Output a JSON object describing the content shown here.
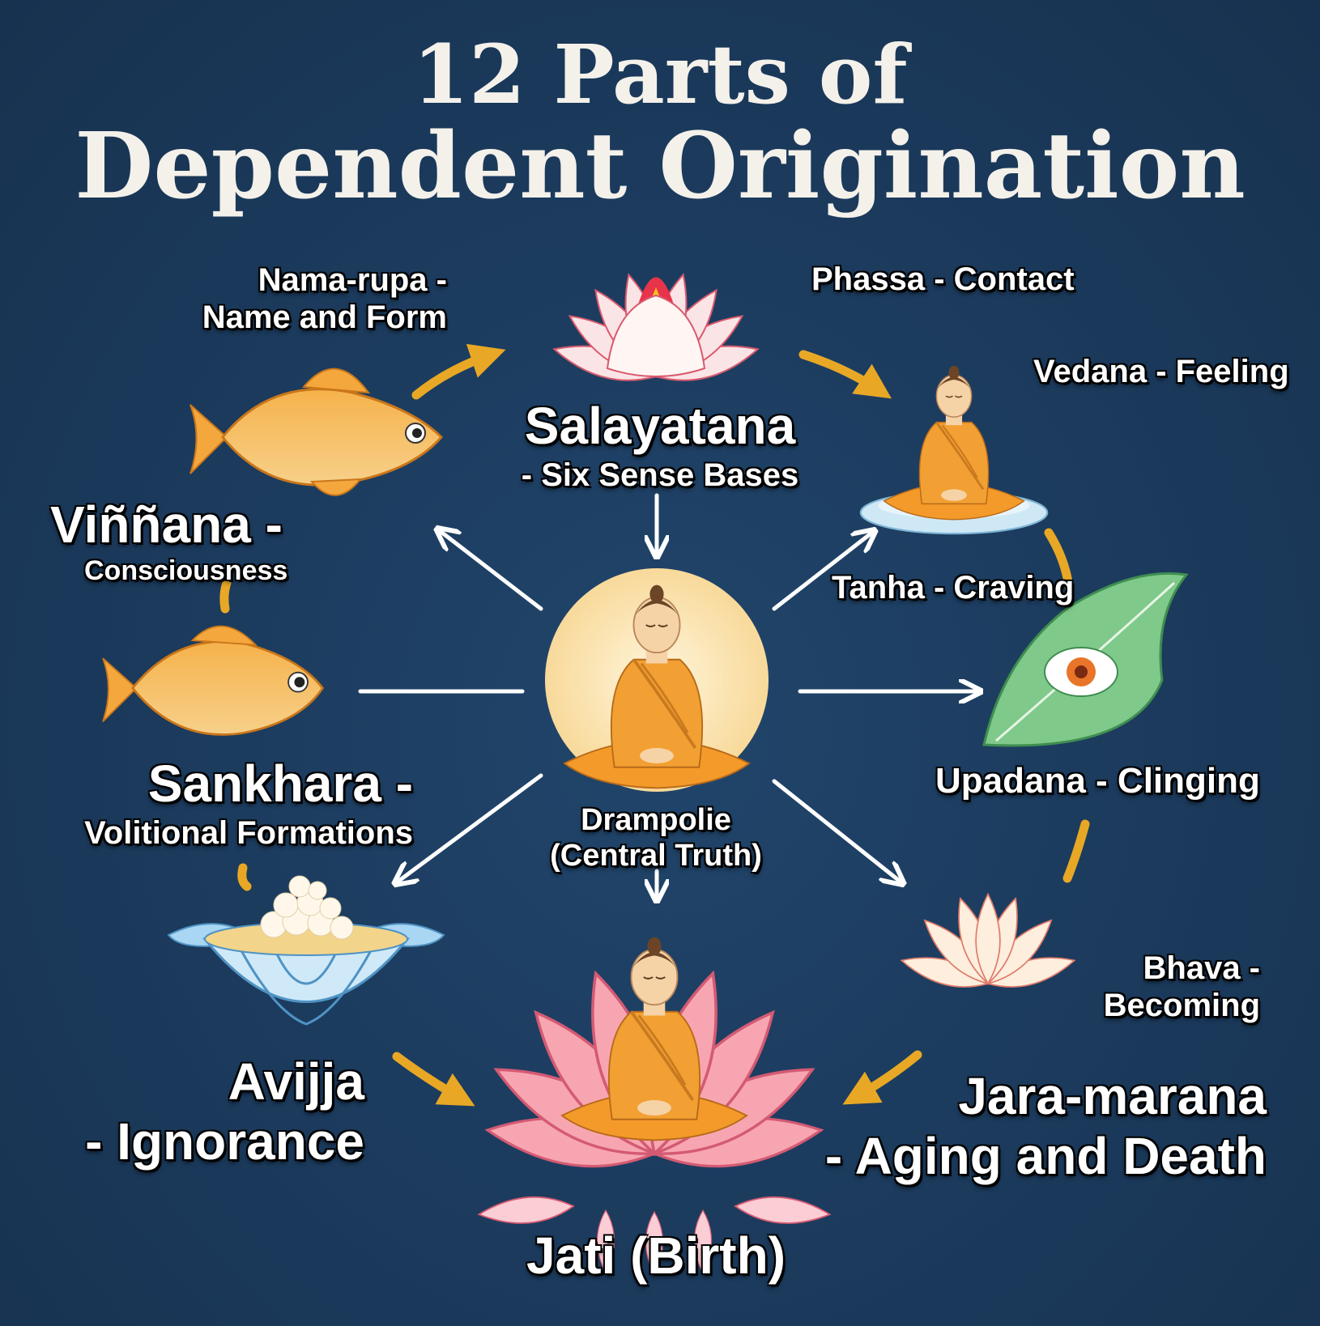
{
  "title": {
    "line1": "12 Parts of",
    "line2": "Dependent Origination"
  },
  "center": {
    "name": "Drampolie",
    "subtitle": "(Central Truth)"
  },
  "links": {
    "avijja": {
      "name": "Avijja",
      "meaning": "- Ignorance"
    },
    "sankhara": {
      "name": "Sankhara -",
      "meaning": "Volitional Formations"
    },
    "vinnana": {
      "name": "Viññana -",
      "meaning": "Consciousness"
    },
    "namarupa": {
      "name": "Nama-rupa -",
      "meaning": "Name and Form"
    },
    "salayatana": {
      "name": "Salayatana",
      "meaning": "- Six Sense Bases"
    },
    "phassa": {
      "text": "Phassa - Contact"
    },
    "vedana": {
      "text": "Vedana - Feeling"
    },
    "tanha": {
      "text": "Tanha - Craving"
    },
    "upadana": {
      "text": "Upadana - Clinging"
    },
    "bhava": {
      "name": "Bhava -",
      "meaning": "Becoming"
    },
    "jaramarana": {
      "name": "Jara-marana",
      "meaning": "- Aging and Death"
    },
    "jati": {
      "text": "Jati (Birth)"
    }
  },
  "icons": [
    "lotus-icon",
    "meditating-buddha-icon",
    "fish-icon",
    "leaf-eye-icon",
    "offering-bowl-icon",
    "arrow-icon"
  ],
  "colors": {
    "background": "#1b3a5c",
    "accent_arrow": "#e8a825",
    "title": "#f4f1ea",
    "halo": "#fbe3b0",
    "robe": "#f2a033"
  }
}
